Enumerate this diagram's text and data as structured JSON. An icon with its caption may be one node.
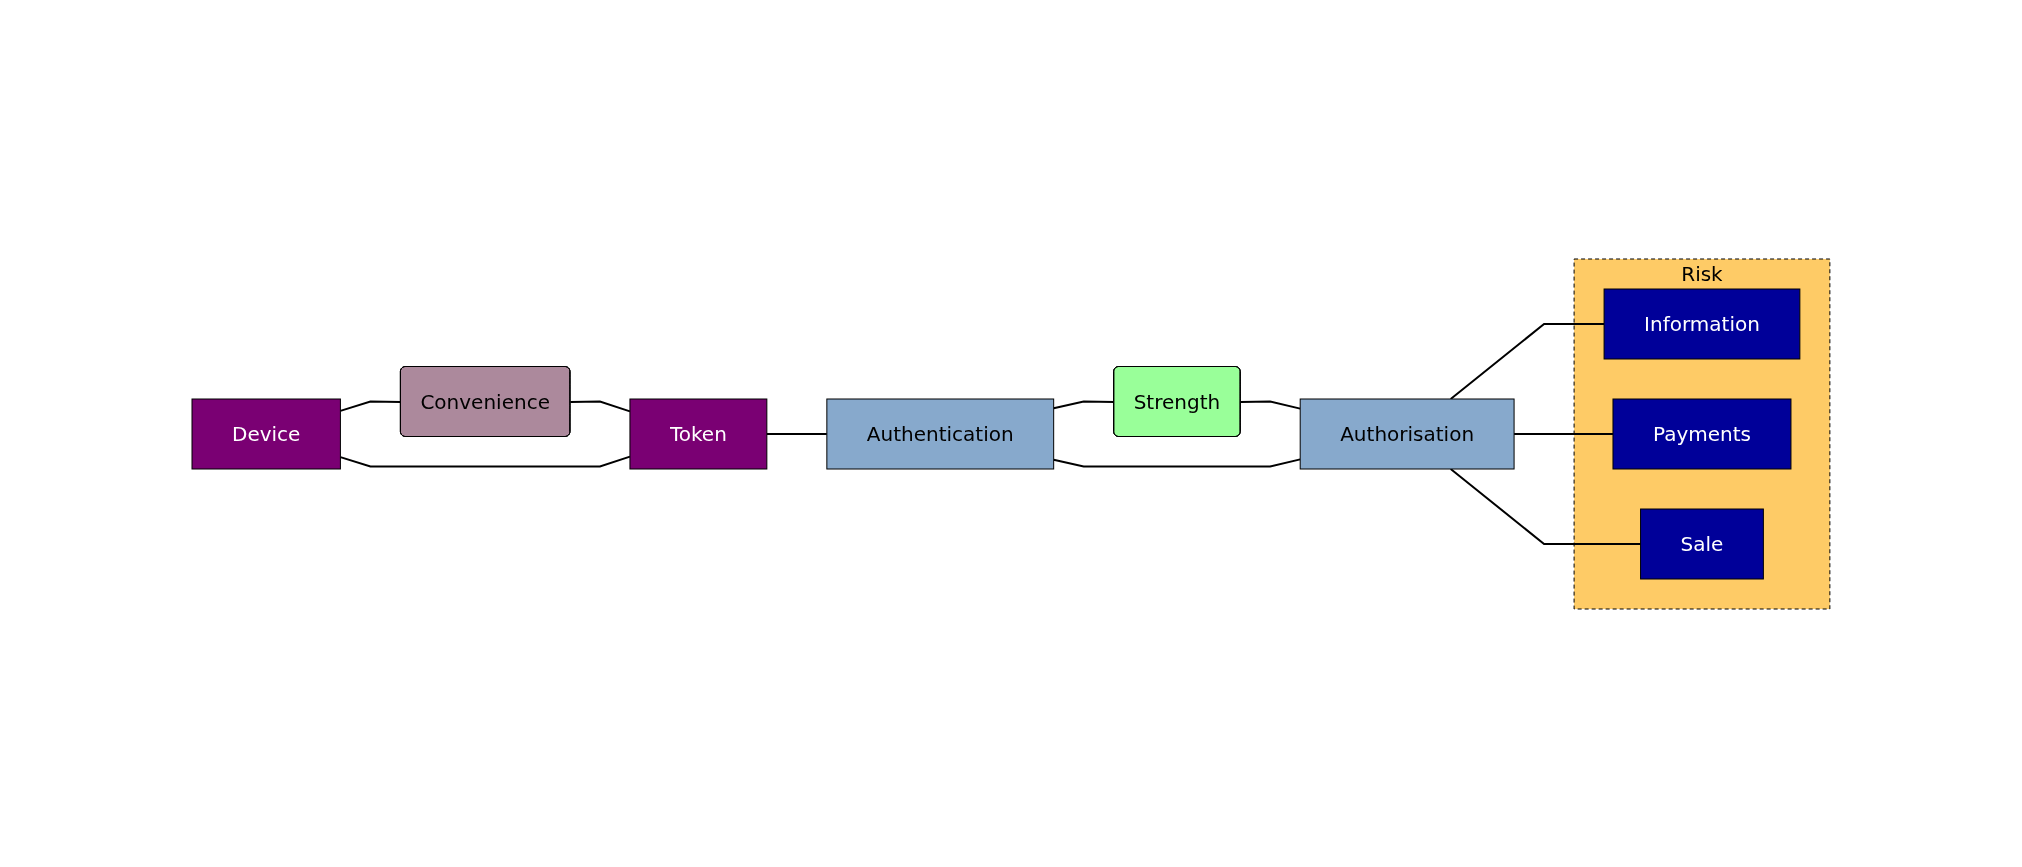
{
  "diagram": {
    "nodes": [
      {
        "text": [
          "Convenience"
        ]
      },
      {
        "text": [
          "Strength"
        ]
      },
      {
        "text": [
          "Risk"
        ]
      },
      {
        "text": [
          "Information"
        ],
        "in": 2
      },
      {
        "text": [
          "Device"
        ]
      },
      {
        "text": [
          "Token"
        ]
      },
      {
        "text": [
          "Authentication"
        ]
      },
      {
        "text": [
          "Authorisation"
        ]
      },
      {
        "text": [
          "Payments"
        ],
        "in": 2
      },
      {
        "text": [
          "Sale"
        ],
        "in": 2
      }
    ],
    "edges": [
      {
        "from": 4,
        "to": 0,
        "arrow": "none"
      },
      {
        "from": 0,
        "to": 5,
        "arrow": "none"
      },
      {
        "from": 4,
        "to": 5,
        "arrow": "none"
      },
      {
        "from": 5,
        "to": 6,
        "arrow": "none"
      },
      {
        "from": 6,
        "to": 1,
        "arrow": "none"
      },
      {
        "from": 1,
        "to": 7,
        "arrow": "none"
      },
      {
        "from": 6,
        "to": 7,
        "arrow": "none"
      },
      {
        "from": 7,
        "to": 3,
        "arrow": "none"
      },
      {
        "from": 7,
        "to": 8,
        "arrow": "none"
      },
      {
        "from": 7,
        "to": 9,
        "arrow": "none"
      }
    ]
  }
}
